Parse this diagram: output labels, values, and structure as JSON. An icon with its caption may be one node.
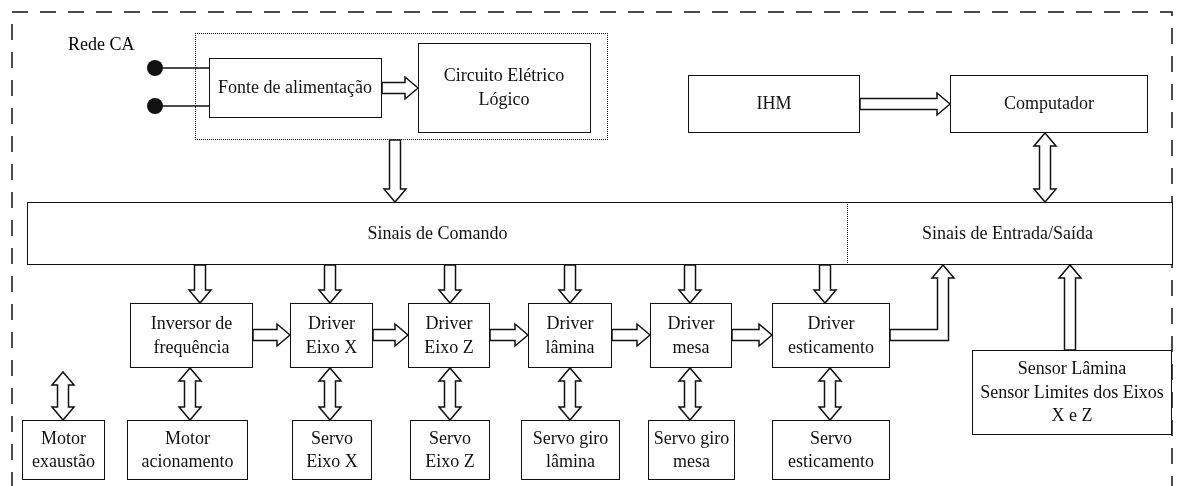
{
  "diagram": {
    "nodes": [
      {
        "text": [],
        "shape": "box"
      },
      {
        "text": [
          "Fonte de alimentação"
        ],
        "in": 0
      },
      {
        "text": [
          "Circuito Elétrico Lógico"
        ],
        "in": 0
      },
      {
        "text": [],
        "shape": "circle"
      },
      {
        "text": [],
        "shape": "circle"
      },
      {
        "text": [
          "IHM"
        ]
      },
      {
        "text": [
          "Computador"
        ]
      },
      {
        "text": [
          "Sinais de Comando"
        ]
      },
      {
        "text": [
          "Sinais de Entrada/Saída"
        ]
      },
      {
        "text": [
          "Inversor de frequência"
        ]
      },
      {
        "text": [
          "Driver Eixo X"
        ]
      },
      {
        "text": [
          "Driver Eixo Z"
        ]
      },
      {
        "text": [
          "Driver lâmina"
        ]
      },
      {
        "text": [
          "Driver mesa"
        ]
      },
      {
        "text": [
          "Driver esticamento"
        ]
      },
      {
        "text": [
          "Motor exaustão"
        ]
      },
      {
        "text": [
          "Motor acionamento"
        ]
      },
      {
        "text": [
          "Servo Eixo X"
        ]
      },
      {
        "text": [
          "Servo Eixo Z"
        ]
      },
      {
        "text": [
          "Servo giro lâmina"
        ]
      },
      {
        "text": [
          "Servo giro mesa"
        ]
      },
      {
        "text": [
          "Servo esticamento"
        ]
      },
      {
        "text": [
          "Sensor Lâmina",
          "Sensor Limites dos Eixos X e Z"
        ]
      }
    ],
    "edges": [
      {
        "from": 3,
        "to": 1,
        "arrow": "none"
      },
      {
        "from": 4,
        "to": 1,
        "arrow": "none"
      },
      {
        "from": 1,
        "to": 2,
        "arrow": "to"
      },
      {
        "from": 0,
        "to": 7,
        "arrow": "to"
      },
      {
        "from": 5,
        "to": 6,
        "arrow": "to"
      },
      {
        "from": 6,
        "to": 8,
        "arrow": "both"
      },
      {
        "from": 7,
        "to": 9,
        "arrow": "to"
      },
      {
        "from": 7,
        "to": 10,
        "arrow": "to"
      },
      {
        "from": 7,
        "to": 11,
        "arrow": "to"
      },
      {
        "from": 7,
        "to": 12,
        "arrow": "to"
      },
      {
        "from": 7,
        "to": 13,
        "arrow": "to"
      },
      {
        "from": 7,
        "to": 14,
        "arrow": "to"
      },
      {
        "from": 9,
        "to": 10,
        "arrow": "to"
      },
      {
        "from": 10,
        "to": 11,
        "arrow": "to"
      },
      {
        "from": 11,
        "to": 12,
        "arrow": "to"
      },
      {
        "from": 12,
        "to": 13,
        "arrow": "to"
      },
      {
        "from": 13,
        "to": 14,
        "arrow": "to"
      },
      {
        "from": 14,
        "to": 8,
        "arrow": "to"
      },
      {
        "from": 22,
        "to": 8,
        "arrow": "to"
      },
      {
        "from": null,
        "to": 15,
        "arrow": "both"
      },
      {
        "from": 9,
        "to": 16,
        "arrow": "both"
      },
      {
        "from": 10,
        "to": 17,
        "arrow": "both"
      },
      {
        "from": 11,
        "to": 18,
        "arrow": "both"
      },
      {
        "from": 12,
        "to": 19,
        "arrow": "both"
      },
      {
        "from": 13,
        "to": 20,
        "arrow": "both"
      },
      {
        "from": 14,
        "to": 21,
        "arrow": "both"
      }
    ],
    "labels": [
      "Rede CA"
    ]
  }
}
